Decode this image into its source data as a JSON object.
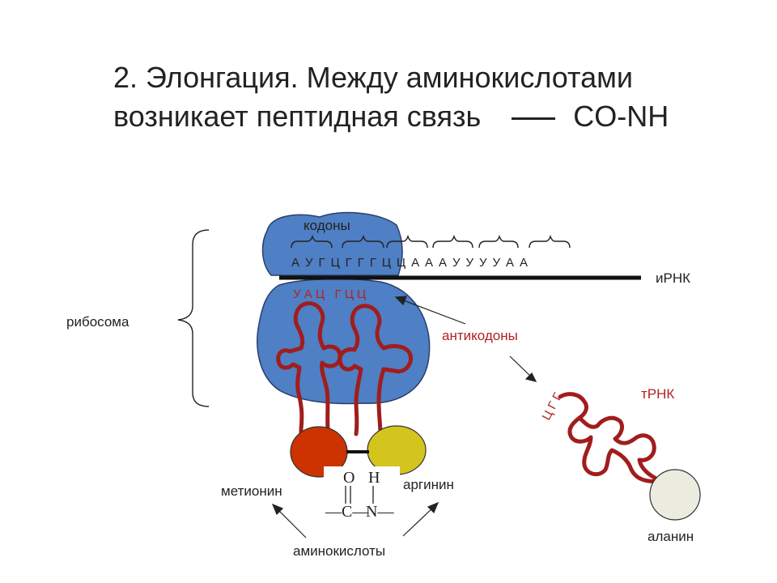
{
  "title": {
    "line1": "2. Элонгация. Между аминокислотами",
    "line2_text": "возникает пептидная связь",
    "line2_formula": "CO-NH"
  },
  "labels": {
    "codons": "кодоны",
    "mrna_sequence": "А У Г Ц Г Г Г Ц Ц А А А У У У У А А",
    "mrna": "иРНК",
    "ribosome": "рибосома",
    "anticodons_pair": "У А Ц   Г Ц Ц",
    "anticodons": "антикодоны",
    "trna_anticodon": "Ц Г Г",
    "trna": "тРНК",
    "methionine": "метионин",
    "arginine": "аргинин",
    "amino_acids": "аминокислоты",
    "alanine": "аланин"
  },
  "chemistry": {
    "oxygen": "O",
    "hydrogen": "H",
    "backbone_left": "—C—",
    "nitrogen": "N—"
  },
  "colors": {
    "ribosome": "#4f7fc4",
    "trna": "#a11d1d",
    "methionine": "#cc3300",
    "arginine": "#d4c41e",
    "alanine": "#ecebdf",
    "anticodon_text": "#b22222"
  }
}
